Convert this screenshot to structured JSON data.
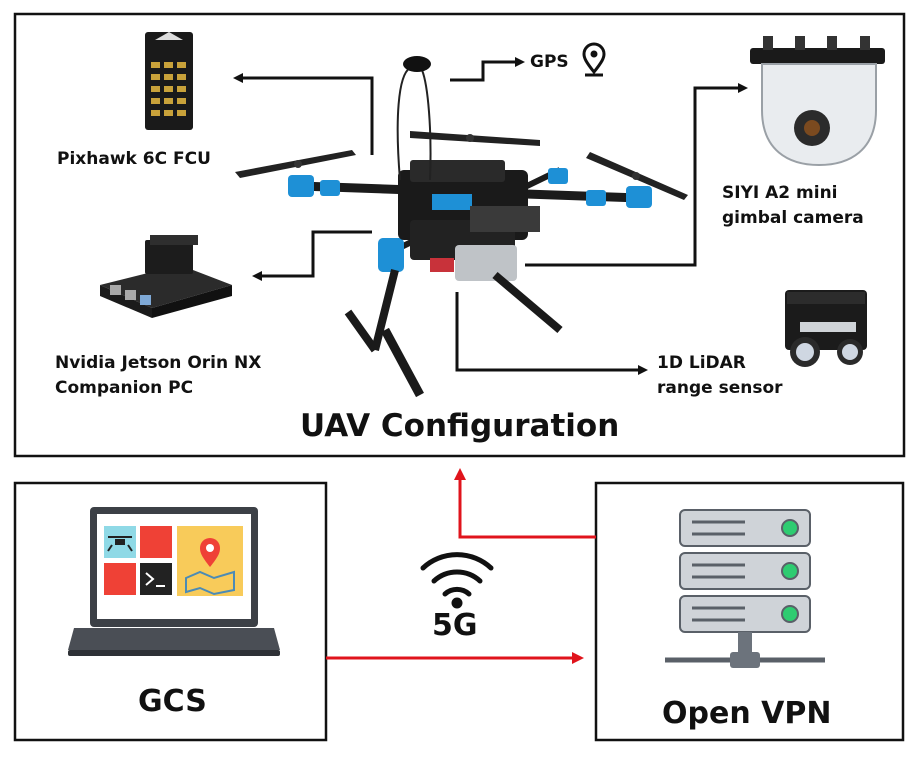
{
  "uav": {
    "title": "UAV Configuration",
    "fcu_label": "Pixhawk 6C FCU",
    "gps_label": "GPS",
    "camera_label_line1": "SIYI A2 mini",
    "camera_label_line2": "gimbal camera",
    "companion_label_line1": "Nvidia Jetson Orin NX",
    "companion_label_line2": "Companion PC",
    "lidar_label_line1": "1D LiDAR",
    "lidar_label_line2": "range sensor"
  },
  "gcs": {
    "label": "GCS"
  },
  "vpn": {
    "label": "Open VPN"
  },
  "link": {
    "label": "5G"
  },
  "colors": {
    "arrow_red": "#e0141c",
    "arrow_black": "#111111",
    "drone_blue": "#1e90d6",
    "tile_red": "#ef4136",
    "tile_yellow": "#f8cb5a",
    "tile_cyan": "#8fd9e6",
    "server_gray": "#cfd3d8"
  }
}
